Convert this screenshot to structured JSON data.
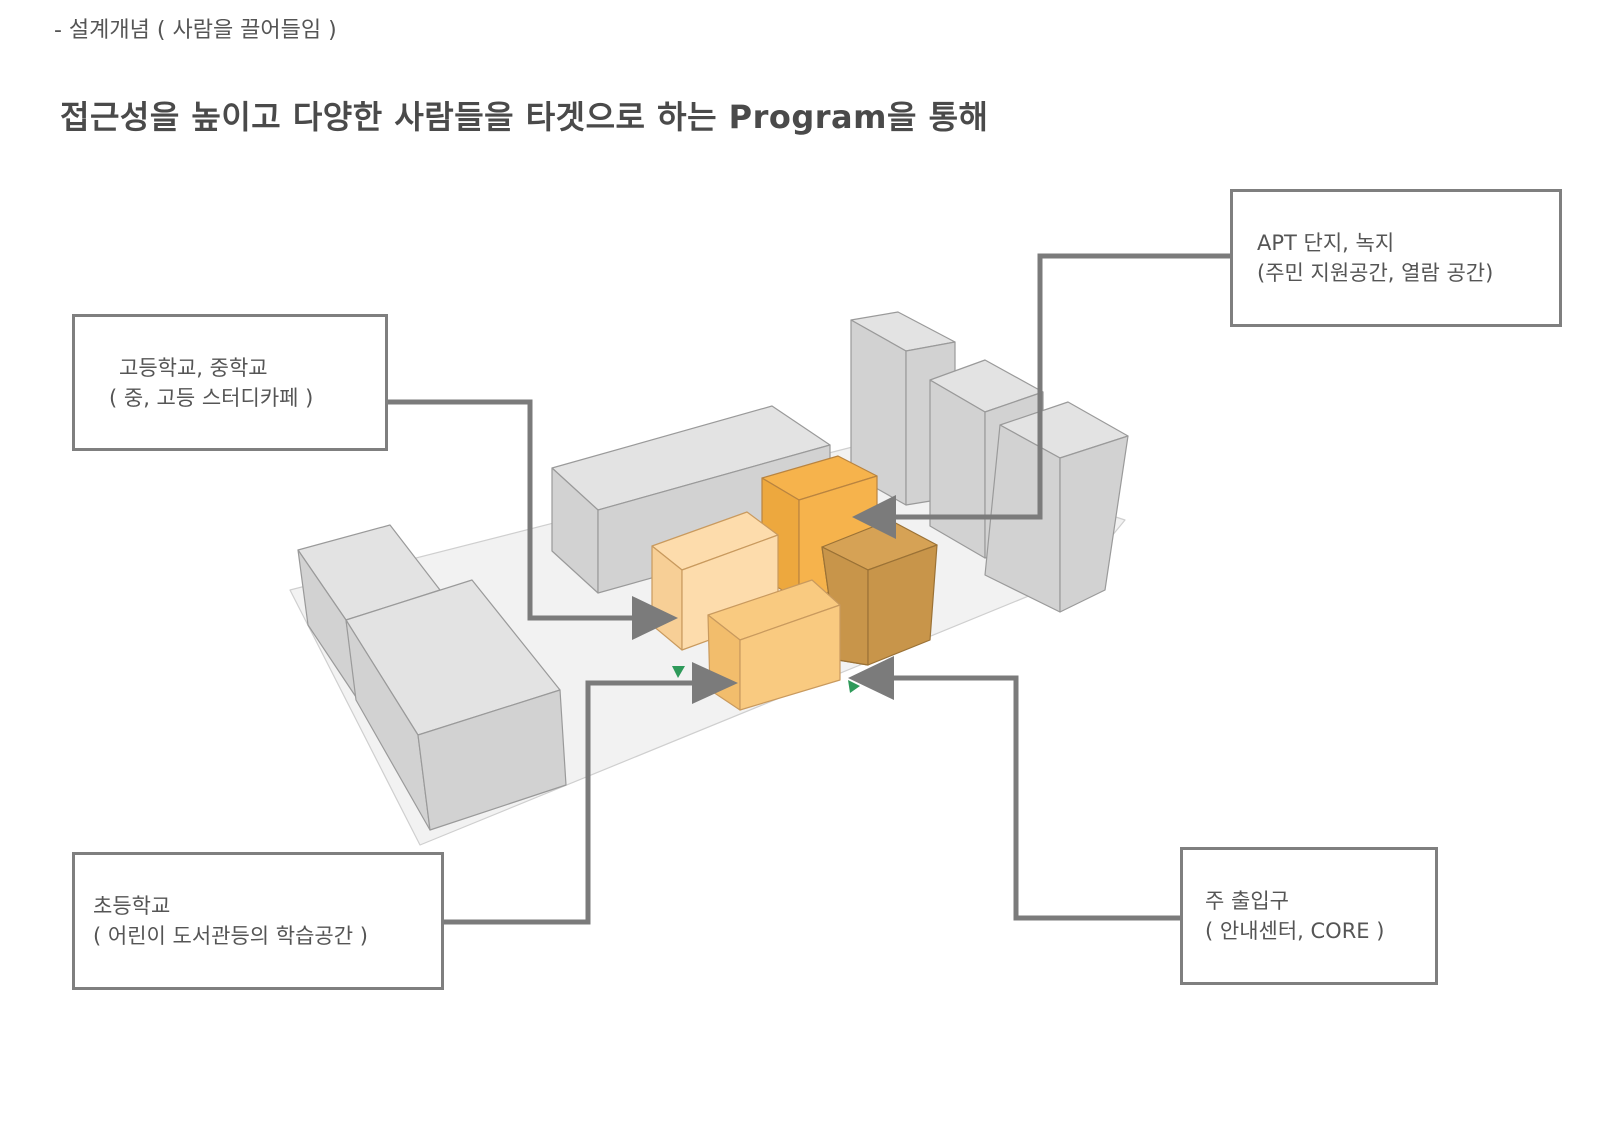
{
  "header": {
    "subtitle": "- 설계개념 ( 사람을 끌어들임 )",
    "title": "접근성을 높이고 다양한 사람들을 타겟으로 하는 Program을 통해"
  },
  "callouts": {
    "apt": {
      "line1": "APT 단지, 녹지",
      "line2": "(주민 지원공간, 열람 공간)"
    },
    "highschool": {
      "line1": "고등학교, 중학교",
      "line2": "( 중, 고등 스터디카페 )"
    },
    "elementary": {
      "line1": "초등학교",
      "line2": "( 어린이 도서관등의 학습공간 )"
    },
    "entrance": {
      "line1": "주 출입구",
      "line2": "( 안내센터, CORE )"
    }
  },
  "colors": {
    "context_top": "#e3e3e3",
    "context_side": "#d2d2d2",
    "site": "#f2f2f2",
    "stroke": "#9a9a9a",
    "arrow": "#7b7b7b",
    "program_light": "#fddcac",
    "program_mid": "#f9ca80",
    "program_orange": "#f6b34c",
    "program_brown": "#c8954a",
    "entrance_marker": "#2e9a5a"
  }
}
